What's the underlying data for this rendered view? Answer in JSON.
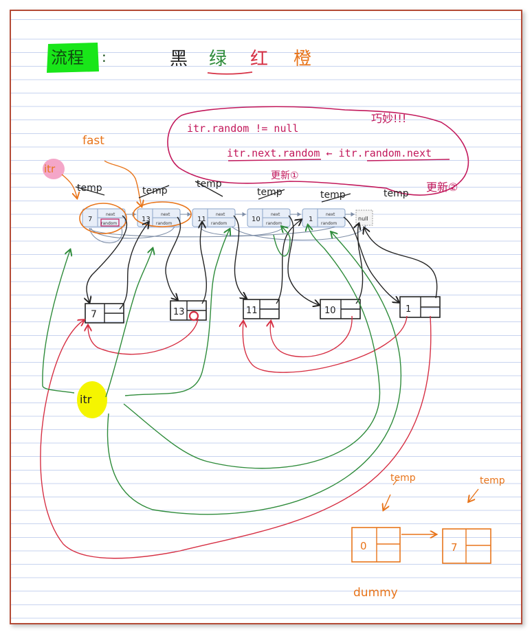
{
  "title": {
    "label": "流程",
    "legend": [
      {
        "text": "黑",
        "color": "#222222"
      },
      {
        "text": "绿",
        "color": "#2e8b3a"
      },
      {
        "text": "红",
        "color": "#d62f43"
      },
      {
        "text": "橙",
        "color": "#e8741a"
      }
    ]
  },
  "notes": {
    "line1": "itr.random != null",
    "line2": "itr.next.random ← itr.random.next",
    "tip": "巧妙!!!",
    "update1": "更新①",
    "update2": "更新②"
  },
  "pointers": {
    "itr_top": "itr",
    "fast": "fast",
    "itr_main": "itr",
    "temp": "temp",
    "dummy": "dummy"
  },
  "list": {
    "nodes": [
      "7",
      "13",
      "11",
      "10",
      "1"
    ],
    "field_next": "next",
    "field_random": "random",
    "end": "null"
  },
  "copies": [
    "7",
    "13",
    "11",
    "10",
    "1"
  ],
  "dummy_nodes": [
    "0",
    "7"
  ],
  "colors": {
    "black": "#222222",
    "green": "#2e8b3a",
    "red": "#d62f43",
    "orange": "#e8741a",
    "magenta": "#c2185b",
    "highlight_green": "#19e619",
    "highlight_pink": "#f4a6c8",
    "highlight_yellow": "#f5f500",
    "node_fill": "#e8eef8",
    "node_stroke": "#8aa4c8"
  }
}
